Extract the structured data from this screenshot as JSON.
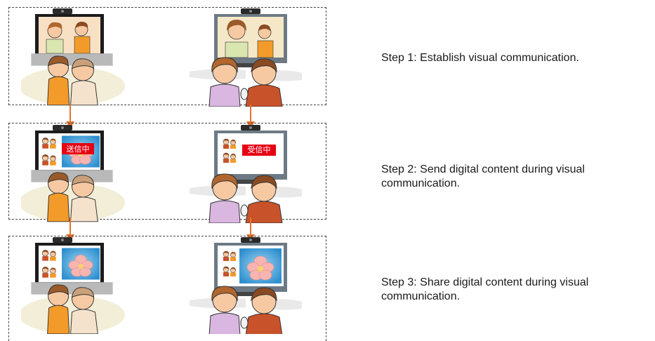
{
  "steps": [
    {
      "label": "Step 1: Establish visual communication."
    },
    {
      "label": "Step 2: Send digital content during visual communication."
    },
    {
      "label": "Step 3: Share digital content during visual communication."
    }
  ],
  "badges": {
    "sending": "送信中",
    "receiving": "受信中"
  },
  "colors": {
    "arrow": "#e8722a",
    "tv_left_frame": "#1c1c1c",
    "tv_right_frame": "#6d7a85",
    "badge": "#e60012",
    "screen_blue": "#3aa0d8"
  }
}
